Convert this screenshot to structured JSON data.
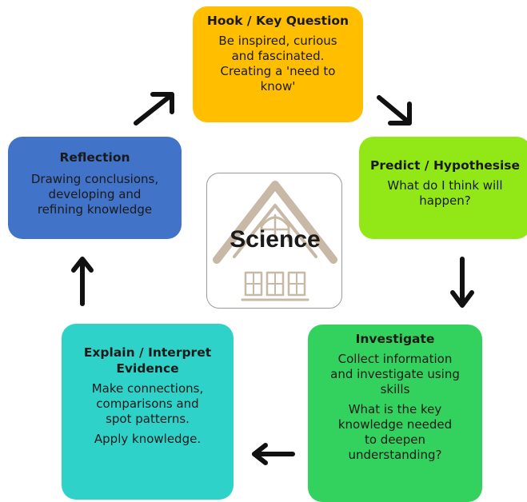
{
  "center": {
    "label": "Science"
  },
  "stages": {
    "hook": {
      "title": "Hook / Key Question",
      "lines": [
        "Be inspired, curious",
        "and fascinated.",
        "Creating a 'need to",
        "know'"
      ]
    },
    "predict": {
      "title": "Predict / Hypothesise",
      "lines": [
        "What do I think will",
        "happen?"
      ]
    },
    "investigate": {
      "title": "Investigate",
      "paragraphs": [
        [
          "Collect information",
          "and investigate using",
          "skills"
        ],
        [
          "What is the key",
          "knowledge needed",
          "to deepen",
          "understanding?"
        ]
      ]
    },
    "explain": {
      "title_lines": [
        "Explain / Interpret",
        "Evidence"
      ],
      "paragraphs": [
        [
          "Make connections,",
          "comparisons and",
          "spot patterns."
        ],
        [
          "Apply knowledge."
        ]
      ]
    },
    "reflection": {
      "title": "Reflection",
      "lines": [
        "Drawing conclusions,",
        "developing and",
        "refining knowledge"
      ]
    }
  },
  "colors": {
    "hook": "#ffbf00",
    "predict": "#92e817",
    "investigate": "#33d25e",
    "explain": "#2fd2c8",
    "reflection": "#4173c8",
    "arrow": "#111111"
  },
  "arrows": [
    "up-right",
    "down-right",
    "down",
    "left",
    "up"
  ]
}
